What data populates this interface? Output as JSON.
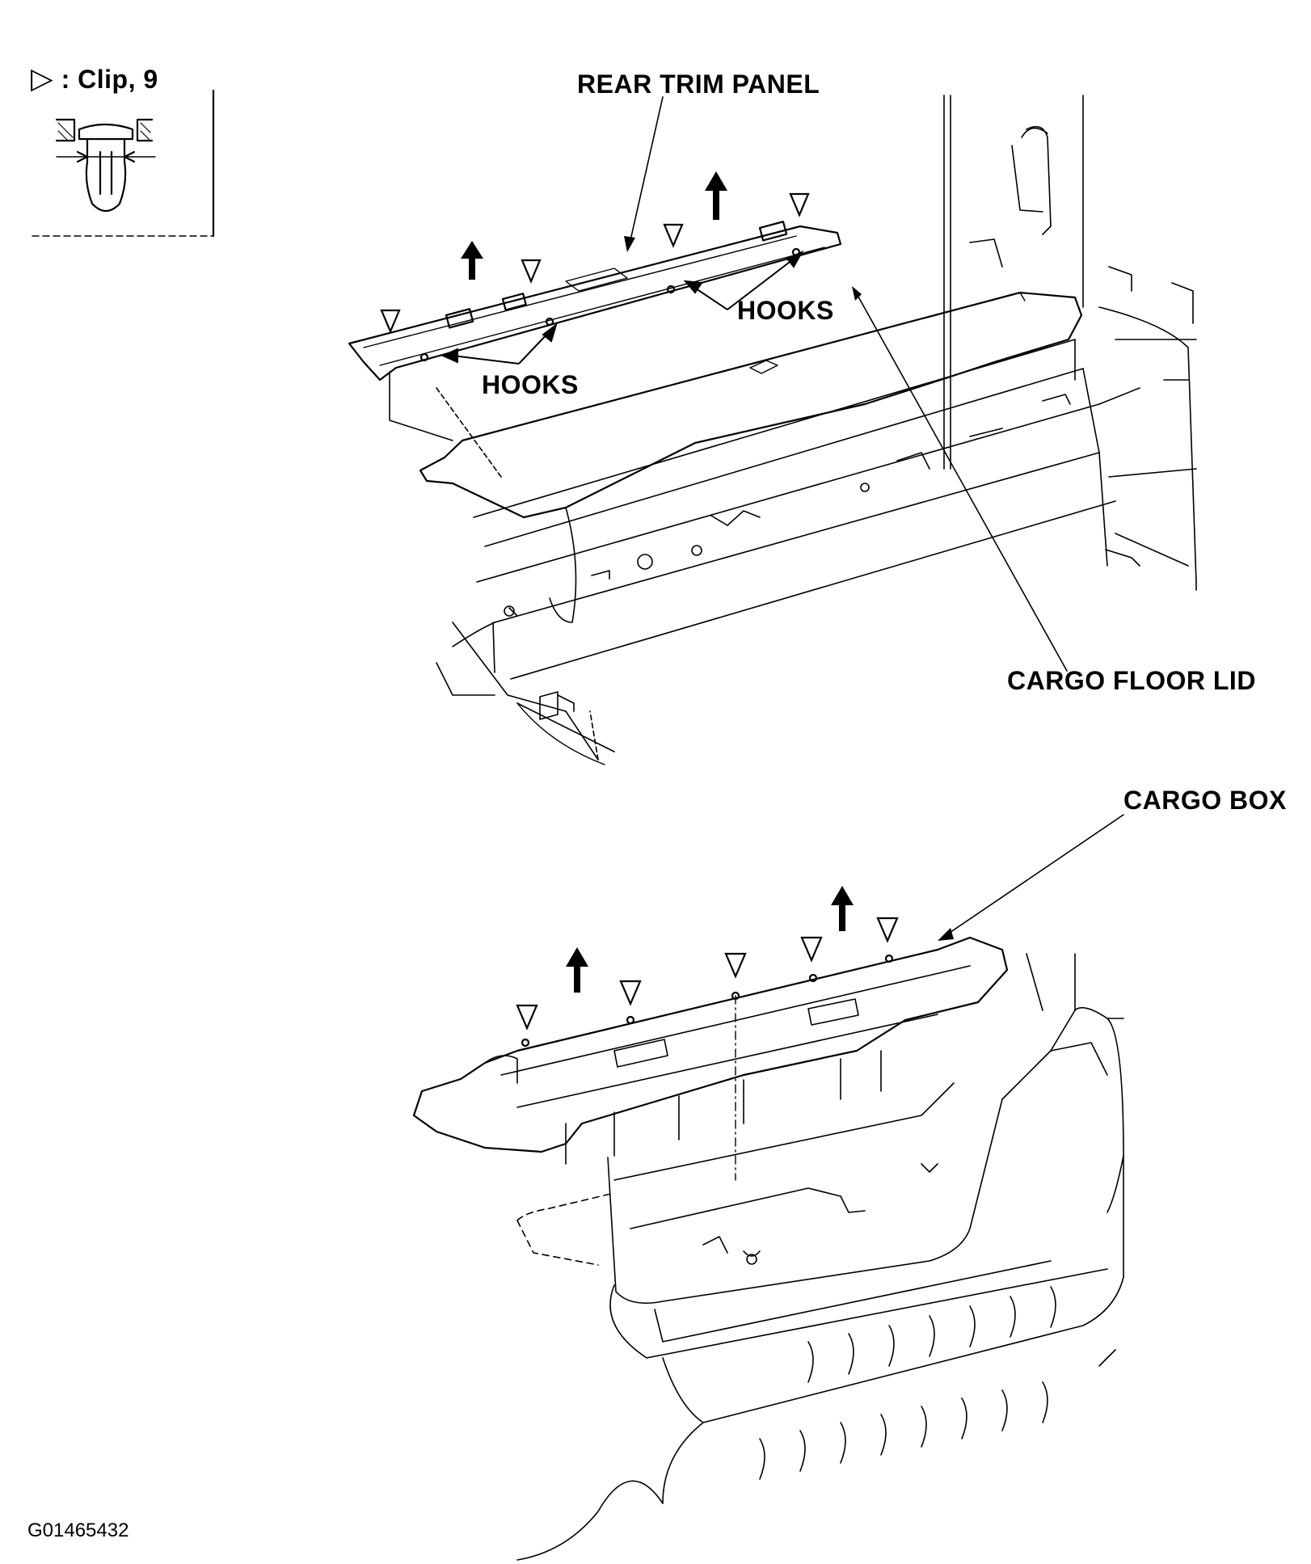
{
  "legend": {
    "symbol": "▷",
    "text": ": Clip, 9"
  },
  "labels": {
    "rear_trim_panel": "REAR TRIM PANEL",
    "hooks_right": "HOOKS",
    "hooks_left": "HOOKS",
    "cargo_floor_lid": "CARGO FLOOR LID",
    "cargo_box": "CARGO BOX"
  },
  "figure_code": "G01465432",
  "colors": {
    "ink": "#000000",
    "paper": "#ffffff"
  }
}
